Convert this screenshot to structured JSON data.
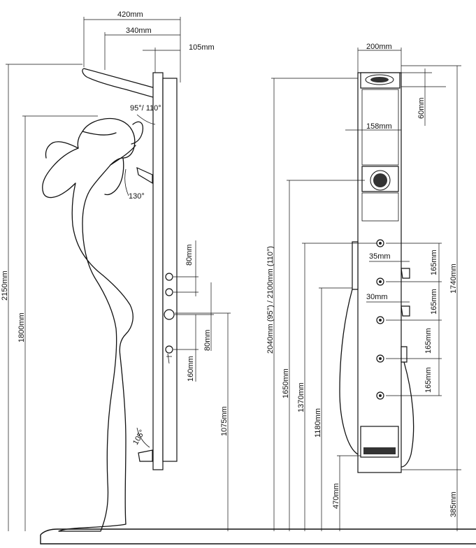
{
  "side_view": {
    "labels": {
      "w420": "420mm",
      "w340": "340mm",
      "w105": "105mm",
      "angle_top": "95°/ 110°",
      "angle_mid": "130°",
      "angle_bottom": "105°",
      "h2150": "2150mm",
      "h1800": "1800mm",
      "h1075": "1075mm",
      "s80a": "80mm",
      "s80b": "80mm",
      "s160": "160mm"
    }
  },
  "front_view": {
    "labels": {
      "w200": "200mm",
      "w158": "158mm",
      "h60": "60mm",
      "h2040": "2040mm (95°) / 2100mm (110°)",
      "h1650": "1650mm",
      "h1370": "1370mm",
      "h1180": "1180mm",
      "h470": "470mm",
      "h1740": "1740mm",
      "h385": "385mm",
      "d35": "35mm",
      "d30": "30mm",
      "s165a": "165mm",
      "s165b": "165mm",
      "s165c": "165mm",
      "s165d": "165mm"
    }
  }
}
